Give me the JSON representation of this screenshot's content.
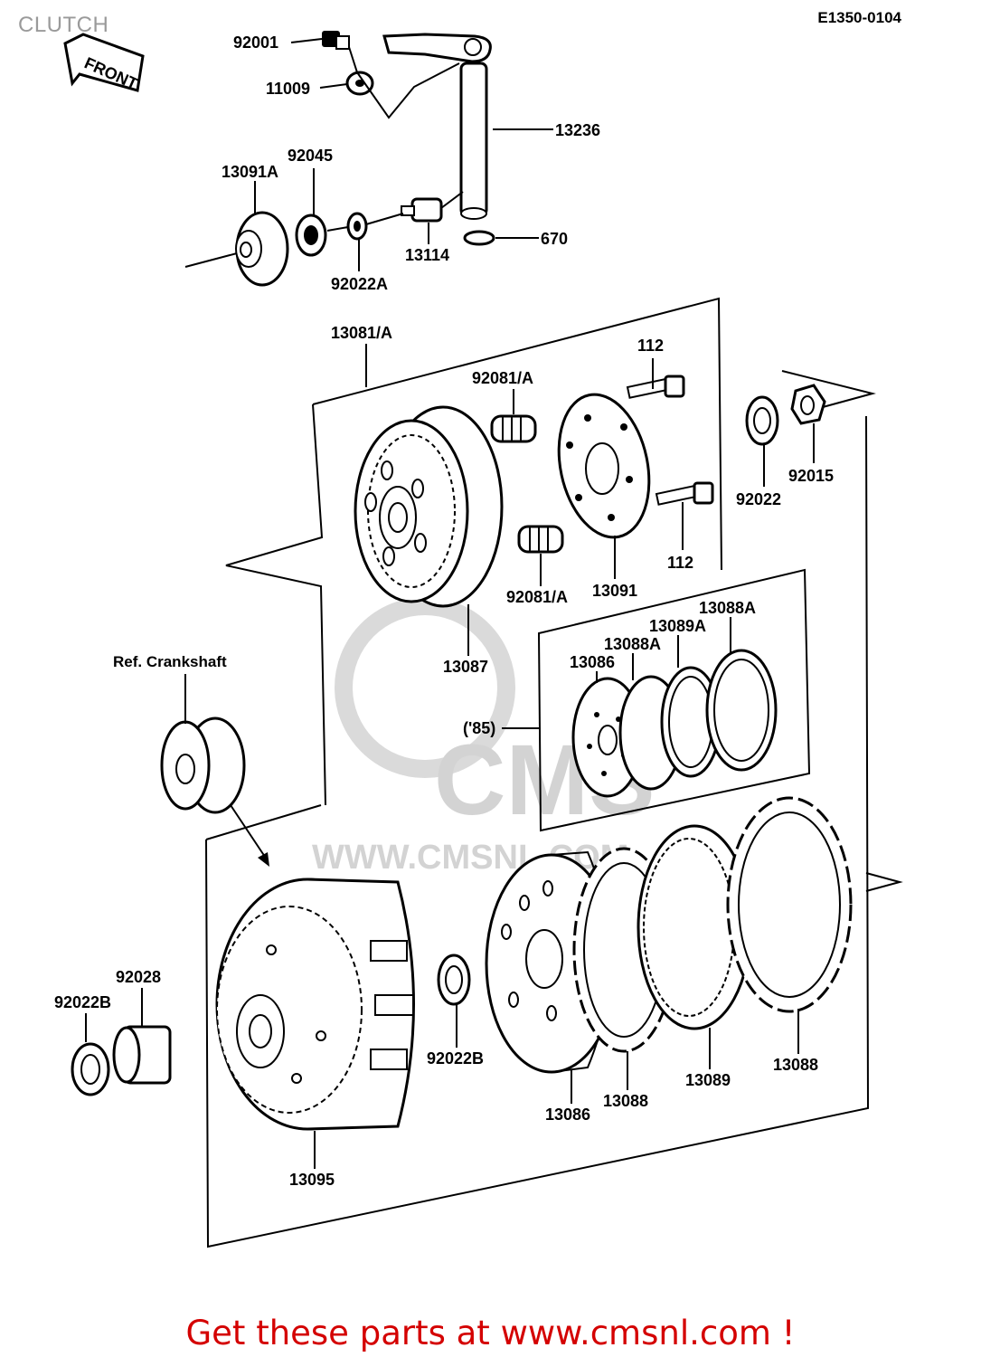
{
  "header": {
    "title": "CLUTCH",
    "diagram_code": "E1350-0104",
    "front_label": "FRONT"
  },
  "watermark": {
    "logo_text": "CMS",
    "url": "WWW.CMSNL.COM"
  },
  "callouts": {
    "c92001": "92001",
    "c11009": "11009",
    "c13236": "13236",
    "c92045": "92045",
    "c13091A": "13091A",
    "c670": "670",
    "c13114": "13114",
    "c92022A": "92022A",
    "c13081A": "13081/A",
    "c92081A_top": "92081/A",
    "c112_top": "112",
    "c92022": "92022",
    "c92015": "92015",
    "c112_bottom": "112",
    "c92081A_bottom": "92081/A",
    "c13091": "13091",
    "c13087": "13087",
    "c13088A_right": "13088A",
    "c13089A": "13089A",
    "c13088A_left": "13088A",
    "c13086_inset": "13086",
    "c85": "('85)",
    "ref_crankshaft": "Ref. Crankshaft",
    "c92028": "92028",
    "c92022B_left": "92022B",
    "c92022B_mid": "92022B",
    "c13086": "13086",
    "c13088_left": "13088",
    "c13089": "13089",
    "c13088_right": "13088",
    "c13095": "13095"
  },
  "footer": {
    "text": "Get these parts at www.cmsnl.com !"
  }
}
